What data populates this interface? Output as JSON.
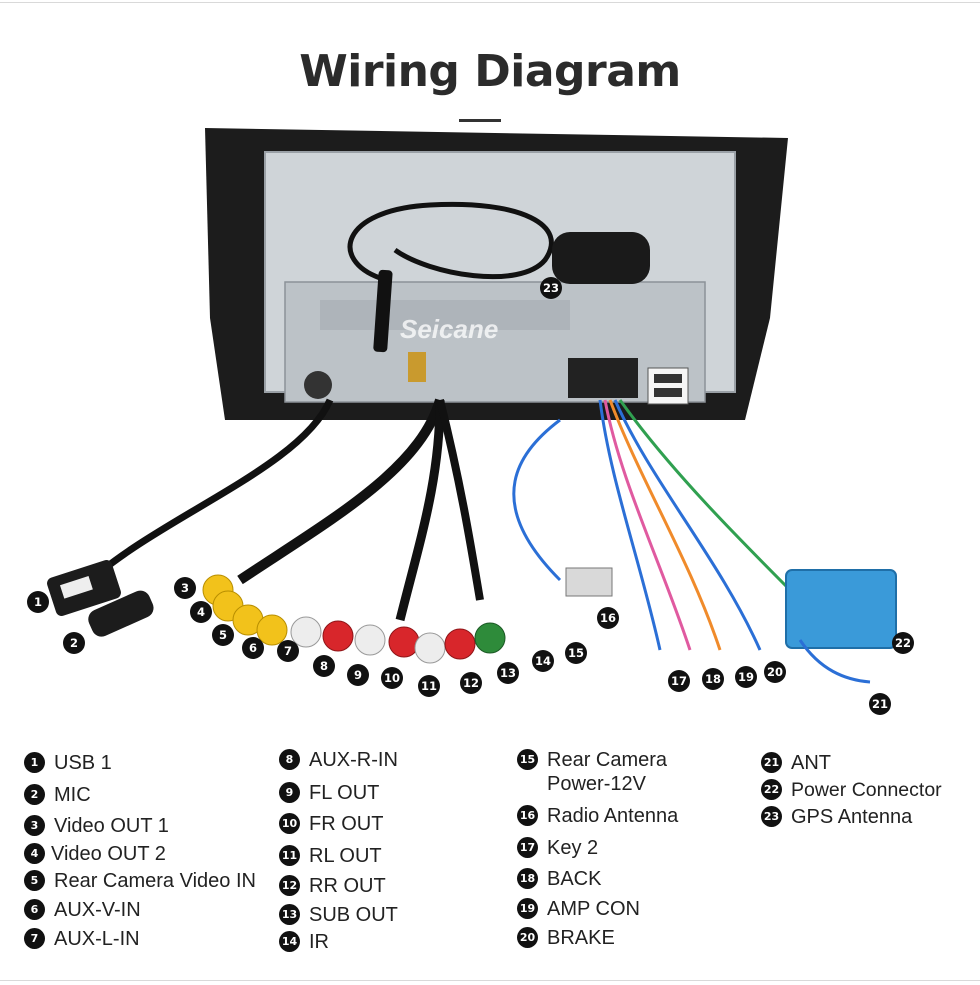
{
  "header": {
    "title": "Wiring Diagram"
  },
  "watermark": "Seicane",
  "callouts": [
    "1",
    "2",
    "3",
    "4",
    "5",
    "6",
    "7",
    "8",
    "9",
    "10",
    "11",
    "12",
    "13",
    "14",
    "15",
    "16",
    "17",
    "18",
    "19",
    "20",
    "21",
    "22",
    "23"
  ],
  "legend": [
    {
      "num": "1",
      "text": "USB 1"
    },
    {
      "num": "2",
      "text": "MIC"
    },
    {
      "num": "3",
      "text": "Video OUT 1"
    },
    {
      "num": "4",
      "text": "Video OUT 2"
    },
    {
      "num": "5",
      "text": "Rear Camera Video IN"
    },
    {
      "num": "6",
      "text": "AUX-V-IN"
    },
    {
      "num": "7",
      "text": "AUX-L-IN"
    },
    {
      "num": "8",
      "text": "AUX-R-IN"
    },
    {
      "num": "9",
      "text": "FL OUT"
    },
    {
      "num": "10",
      "text": "FR OUT"
    },
    {
      "num": "11",
      "text": "RL OUT"
    },
    {
      "num": "12",
      "text": "RR OUT"
    },
    {
      "num": "13",
      "text": "SUB OUT"
    },
    {
      "num": "14",
      "text": "IR"
    },
    {
      "num": "15",
      "text": "Rear Camera\nPower-12V"
    },
    {
      "num": "16",
      "text": "Radio Antenna"
    },
    {
      "num": "17",
      "text": "Key 2"
    },
    {
      "num": "18",
      "text": "BACK"
    },
    {
      "num": "19",
      "text": "AMP CON"
    },
    {
      "num": "20",
      "text": "BRAKE"
    },
    {
      "num": "21",
      "text": "ANT"
    },
    {
      "num": "22",
      "text": "Power Connector"
    },
    {
      "num": "23",
      "text": "GPS Antenna"
    }
  ],
  "colors": {
    "rca_yellow": "#f2c21b",
    "rca_red": "#d8262b",
    "rca_white": "#ededed",
    "rca_green": "#2e8b3a",
    "connector_blue": "#3a9ad9",
    "bezel": "#1c1c1c",
    "chassis": "#c9ced3",
    "wire_blue": "#2b6fd6"
  }
}
